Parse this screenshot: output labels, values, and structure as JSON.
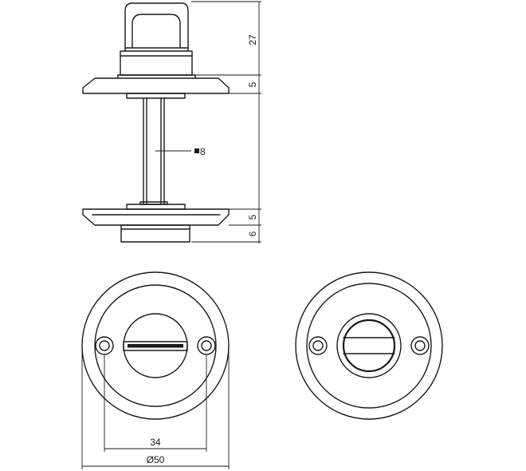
{
  "dimensions": {
    "knob_height": "27",
    "top_rose_thickness": "5",
    "spindle_size": "8",
    "spindle_symbol": "square-symbol",
    "bottom_rose_thickness": "5",
    "bottom_cylinder_height": "6",
    "hole_spacing": "34",
    "rose_diameter": "Ø50"
  }
}
